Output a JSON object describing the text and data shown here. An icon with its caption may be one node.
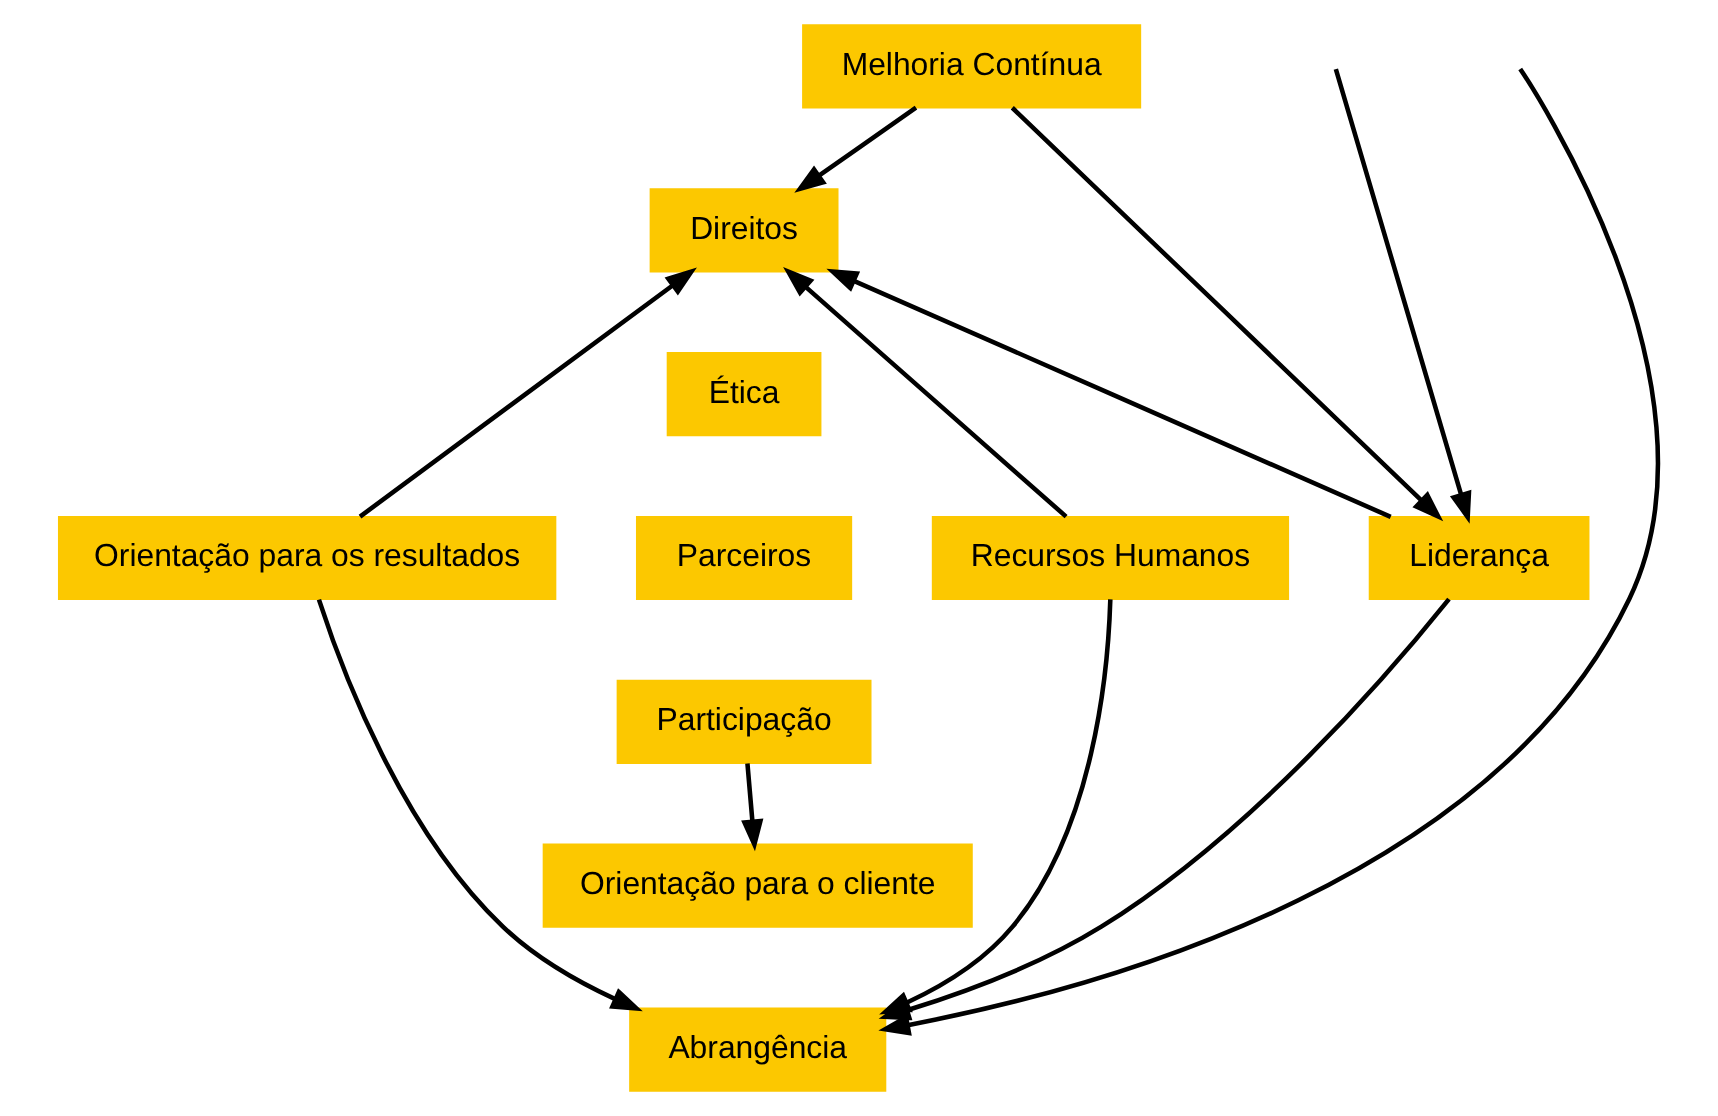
{
  "diagram": {
    "nodes": [
      {
        "text": [
          "Melhoria Contínua"
        ]
      },
      {
        "text": [
          "Direitos"
        ]
      },
      {
        "text": [
          "Ética"
        ]
      },
      {
        "text": [
          "Parceiros"
        ]
      },
      {
        "text": [
          "Participação"
        ]
      },
      {
        "text": [
          "Liderança"
        ]
      },
      {
        "text": [
          "Recursos Humanos"
        ]
      },
      {
        "text": [
          "Orientação para os resultados"
        ]
      },
      {
        "text": [
          "Orientação para o cliente"
        ]
      },
      {
        "text": [
          "Abrangência"
        ]
      }
    ],
    "edges": [
      {
        "from": 0,
        "to": 1,
        "arrow": "to"
      },
      {
        "from": 0,
        "to": 5,
        "arrow": "to"
      },
      {
        "from": 5,
        "to": 1,
        "arrow": "to"
      },
      {
        "from": 6,
        "to": 1,
        "arrow": "to"
      },
      {
        "from": 7,
        "to": 1,
        "arrow": "to"
      },
      {
        "from": 4,
        "to": 8,
        "arrow": "to"
      },
      {
        "from": 5,
        "to": 9,
        "arrow": "to"
      },
      {
        "from": 6,
        "to": 9,
        "arrow": "to"
      },
      {
        "from": 7,
        "to": 9,
        "arrow": "to"
      },
      {
        "from": null,
        "to": 5,
        "arrow": "to"
      },
      {
        "from": null,
        "to": 9,
        "arrow": "to"
      }
    ]
  }
}
